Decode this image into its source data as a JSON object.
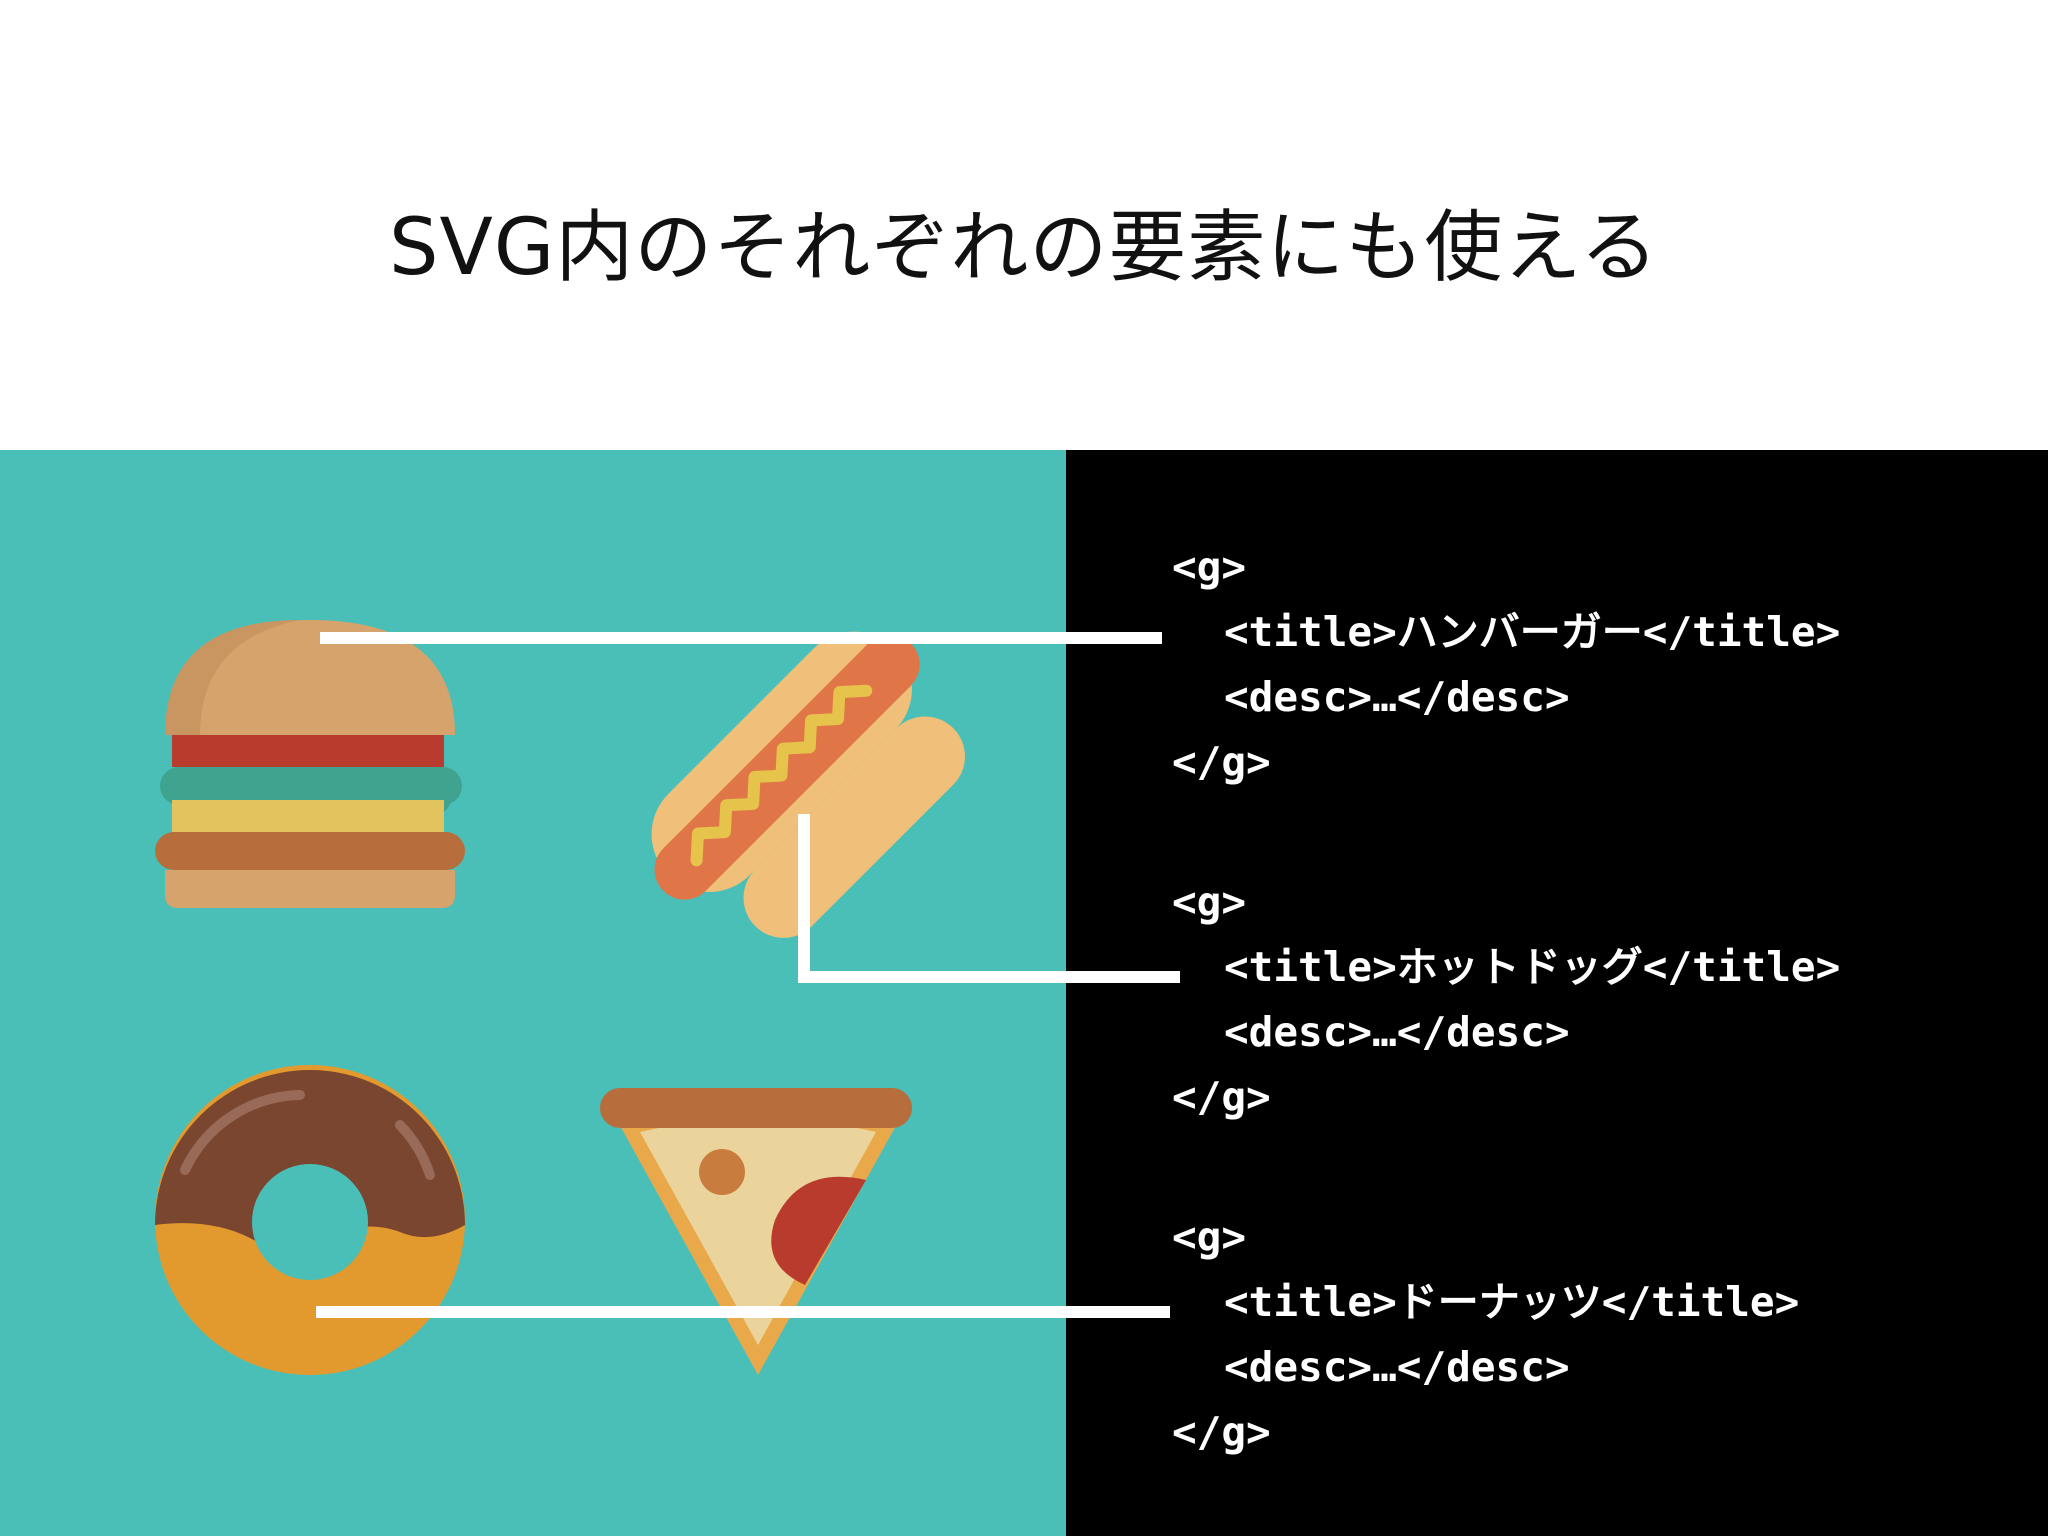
{
  "slide": {
    "title": "SVG内のそれぞれの要素にも使える"
  },
  "code_blocks": [
    {
      "open": "<g>",
      "title": "<title>ハンバーガー</title>",
      "desc": "<desc>…</desc>",
      "close": "</g>"
    },
    {
      "open": "<g>",
      "title": "<title>ホットドッグ</title>",
      "desc": "<desc>…</desc>",
      "close": "</g>"
    },
    {
      "open": "<g>",
      "title": "<title>ドーナッツ</title>",
      "desc": "<desc>…</desc>",
      "close": "</g>"
    }
  ],
  "colors": {
    "teal_panel": "#4ABFB8",
    "code_panel": "#000000",
    "code_text": "#ffffff",
    "connector": "#ffffff"
  },
  "icons": [
    "hamburger-icon",
    "hotdog-icon",
    "donut-icon",
    "pizza-slice-icon"
  ]
}
